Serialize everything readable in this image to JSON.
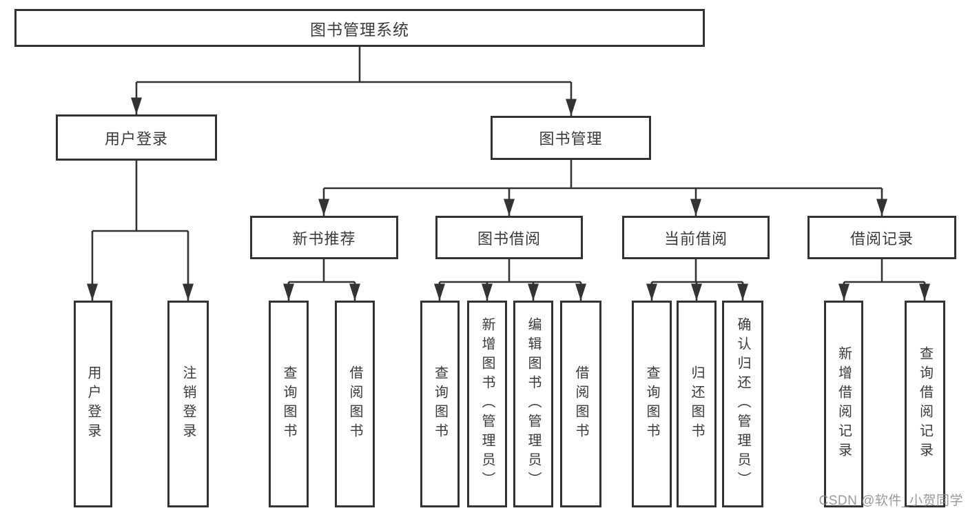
{
  "colors": {
    "line": "#333333",
    "text": "#3a3a3a",
    "background": "#ffffff",
    "watermark": "#878787"
  },
  "watermark": "CSDN @软件_小贺同学",
  "diagram": {
    "root": {
      "label": "图书管理系统"
    },
    "branches": [
      {
        "label": "用户登录",
        "children": [
          {
            "label": "用户登录"
          },
          {
            "label": "注销登录"
          }
        ]
      },
      {
        "label": "图书管理",
        "children": [
          {
            "label": "新书推荐",
            "children": [
              {
                "label": "查询图书"
              },
              {
                "label": "借阅图书"
              }
            ]
          },
          {
            "label": "图书借阅",
            "children": [
              {
                "label": "查询图书"
              },
              {
                "label": "新增图书（管理员）"
              },
              {
                "label": "编辑图书（管理员）"
              },
              {
                "label": "借阅图书"
              }
            ]
          },
          {
            "label": "当前借阅",
            "children": [
              {
                "label": "查询图书"
              },
              {
                "label": "归还图书"
              },
              {
                "label": "确认归还（管理员）"
              }
            ]
          },
          {
            "label": "借阅记录",
            "children": [
              {
                "label": "新增借阅记录"
              },
              {
                "label": "查询借阅记录"
              }
            ]
          }
        ]
      }
    ]
  }
}
